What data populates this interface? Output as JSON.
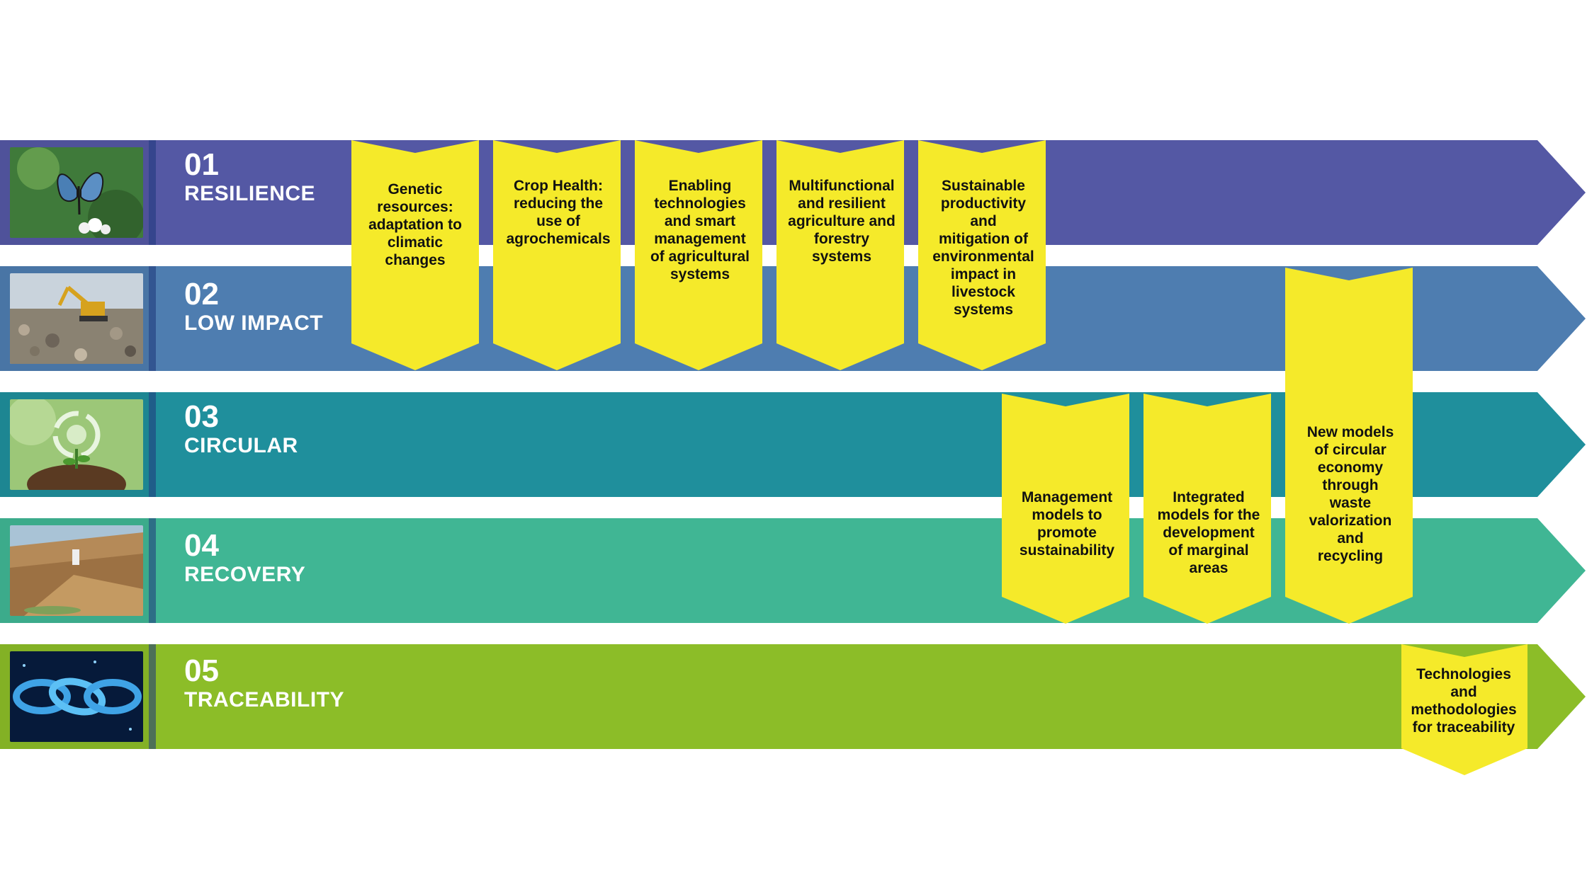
{
  "colors": {
    "resilience": "#5458a4",
    "low_impact": "#4e7db0",
    "circular": "#1f8f9c",
    "recovery": "#40b694",
    "traceability": "#8cbd28",
    "tag": "#f5ea2a",
    "divider": "#23408a",
    "background": "#ffffff"
  },
  "bands": [
    {
      "id": "resilience",
      "number": "01",
      "name": "RESILIENCE",
      "thumb_icon": "butterfly-icon"
    },
    {
      "id": "low_impact",
      "number": "02",
      "name": "LOW IMPACT",
      "thumb_icon": "excavator-icon"
    },
    {
      "id": "circular",
      "number": "03",
      "name": "CIRCULAR",
      "thumb_icon": "recycle-globe-icon"
    },
    {
      "id": "recovery",
      "number": "04",
      "name": "RECOVERY",
      "thumb_icon": "quarry-icon"
    },
    {
      "id": "traceability",
      "number": "05",
      "name": "TRACEABILITY",
      "thumb_icon": "chain-icon"
    }
  ],
  "tags": [
    {
      "text": "Genetic\nresources:\nadaptation to\nclimatic\nchanges"
    },
    {
      "text": "Crop Health:\nreducing the\nuse of\nagrochemicals"
    },
    {
      "text": "Enabling\ntechnologies\nand smart\nmanagement\nof agricultural\nsystems"
    },
    {
      "text": "Multifunctional\nand resilient\nagriculture and\nforestry\nsystems"
    },
    {
      "text": "Sustainable\nproductivity\nand\nmitigation of\nenvironmental\nimpact in\nlivestock\nsystems"
    },
    {
      "text": "Management\nmodels to\npromote\nsustainability"
    },
    {
      "text": "Integrated\nmodels for the\ndevelopment\nof marginal\nareas"
    },
    {
      "text": "New models\nof circular\neconomy\nthrough\nwaste\nvalorization\nand\nrecycling"
    },
    {
      "text": "Technologies\nand\nmethodologies\nfor traceability"
    }
  ]
}
